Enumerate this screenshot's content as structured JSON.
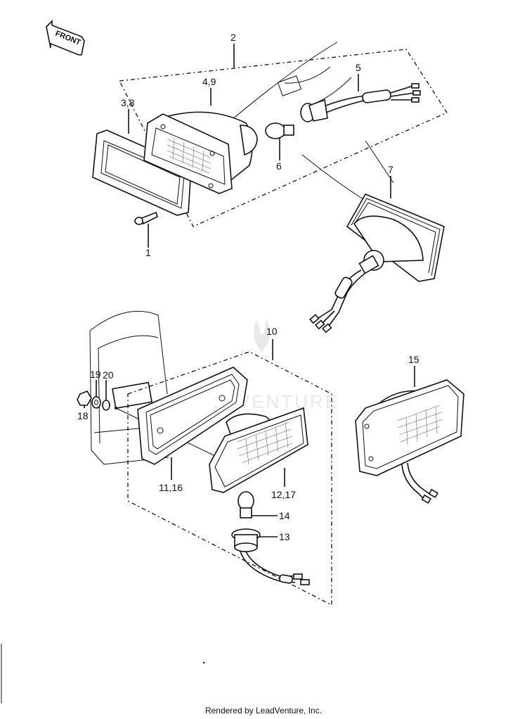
{
  "front_badge": "FRONT",
  "callouts": {
    "c2": "2",
    "c49": "4,9",
    "c38": "3,8",
    "c5": "5",
    "c6": "6",
    "c7": "7",
    "c1": "1",
    "c10": "10",
    "c19": "19",
    "c20": "20",
    "c18": "18",
    "c15": "15",
    "c1116": "11,16",
    "c1217": "12,17",
    "c14": "14",
    "c13": "13"
  },
  "watermark": "LEADVENTURE",
  "footer": "Rendered by LeadVenture, Inc."
}
